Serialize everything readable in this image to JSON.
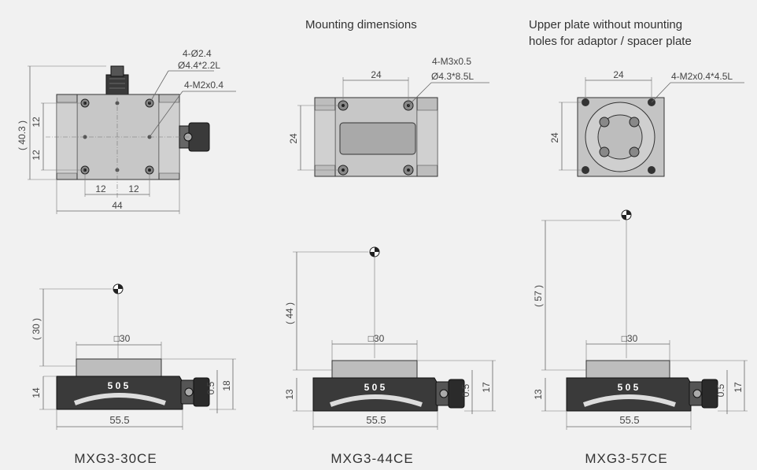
{
  "headers": {
    "mounting": "Mounting dimensions",
    "upper_line1": "Upper plate without mounting",
    "upper_line2": "holes for adaptor / spacer plate"
  },
  "top30": {
    "callout1": "4-Ø2.4",
    "callout2": "Ø4.4*2.2L",
    "callout3": "4-M2x0.4",
    "dim_height": "( 40.3 )",
    "dim_12a": "12",
    "dim_12b": "12",
    "dim_12c": "12",
    "dim_12d": "12",
    "dim_44": "44"
  },
  "top44": {
    "callout1": "4-M3x0.5",
    "callout2": "Ø4.3*8.5L",
    "dim_24w": "24",
    "dim_24h": "24"
  },
  "top57": {
    "callout1": "4-M2x0.4*4.5L",
    "dim_24w": "24",
    "dim_24h": "24"
  },
  "side30": {
    "dim_center": "( 30 )",
    "dim_square": "□30",
    "dim_14": "14",
    "dim_18": "18",
    "dim_05": "0.5",
    "dim_555": "55.5",
    "scale": "5 0 5",
    "model": "MXG3-30CE"
  },
  "side44": {
    "dim_center": "( 44 )",
    "dim_square": "□30",
    "dim_13": "13",
    "dim_17": "17",
    "dim_05": "0.5",
    "dim_555": "55.5",
    "scale": "5 0 5",
    "model": "MXG3-44CE"
  },
  "side57": {
    "dim_center": "( 57 )",
    "dim_square": "□30",
    "dim_13": "13",
    "dim_17": "17",
    "dim_05": "0.5",
    "dim_555": "55.5",
    "scale": "5 0 5",
    "model": "MXG3-57CE"
  }
}
